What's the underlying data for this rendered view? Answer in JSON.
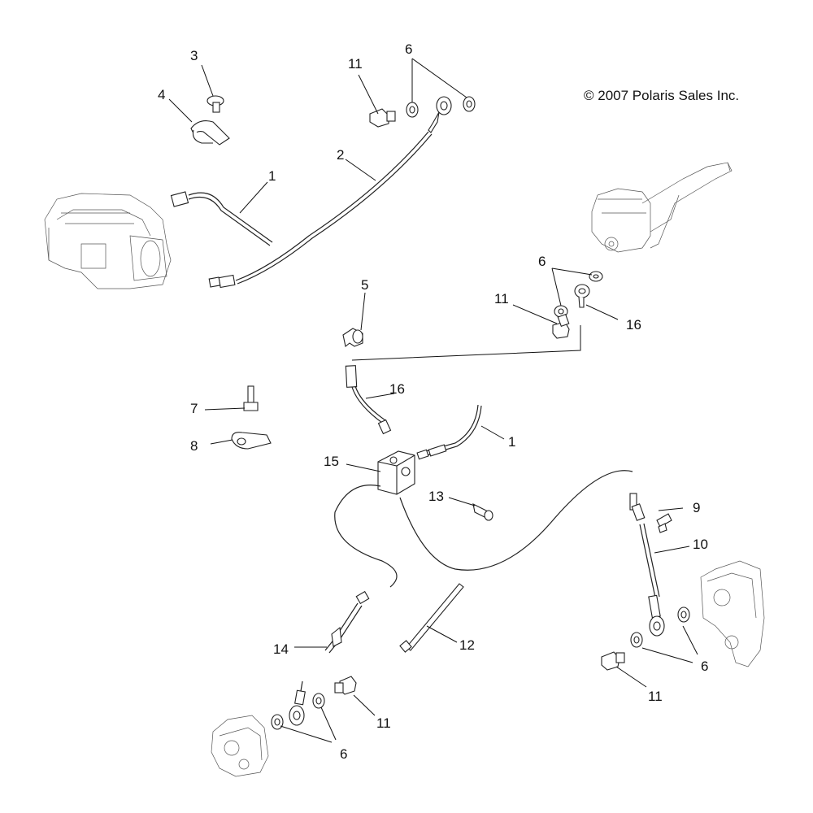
{
  "copyright": "© 2007 Polaris Sales Inc.",
  "callouts": {
    "c3": "3",
    "c4": "4",
    "c11a": "11",
    "c6a": "6",
    "c2": "2",
    "c1a": "1",
    "c6b": "6",
    "c11b": "11",
    "c16a": "16",
    "c5": "5",
    "c16b": "16",
    "c7": "7",
    "c1b": "1",
    "c8": "8",
    "c15": "15",
    "c13": "13",
    "c9": "9",
    "c10": "10",
    "c12": "12",
    "c14": "14",
    "c6c": "6",
    "c11c": "11",
    "c11d": "11",
    "c6d": "6"
  }
}
